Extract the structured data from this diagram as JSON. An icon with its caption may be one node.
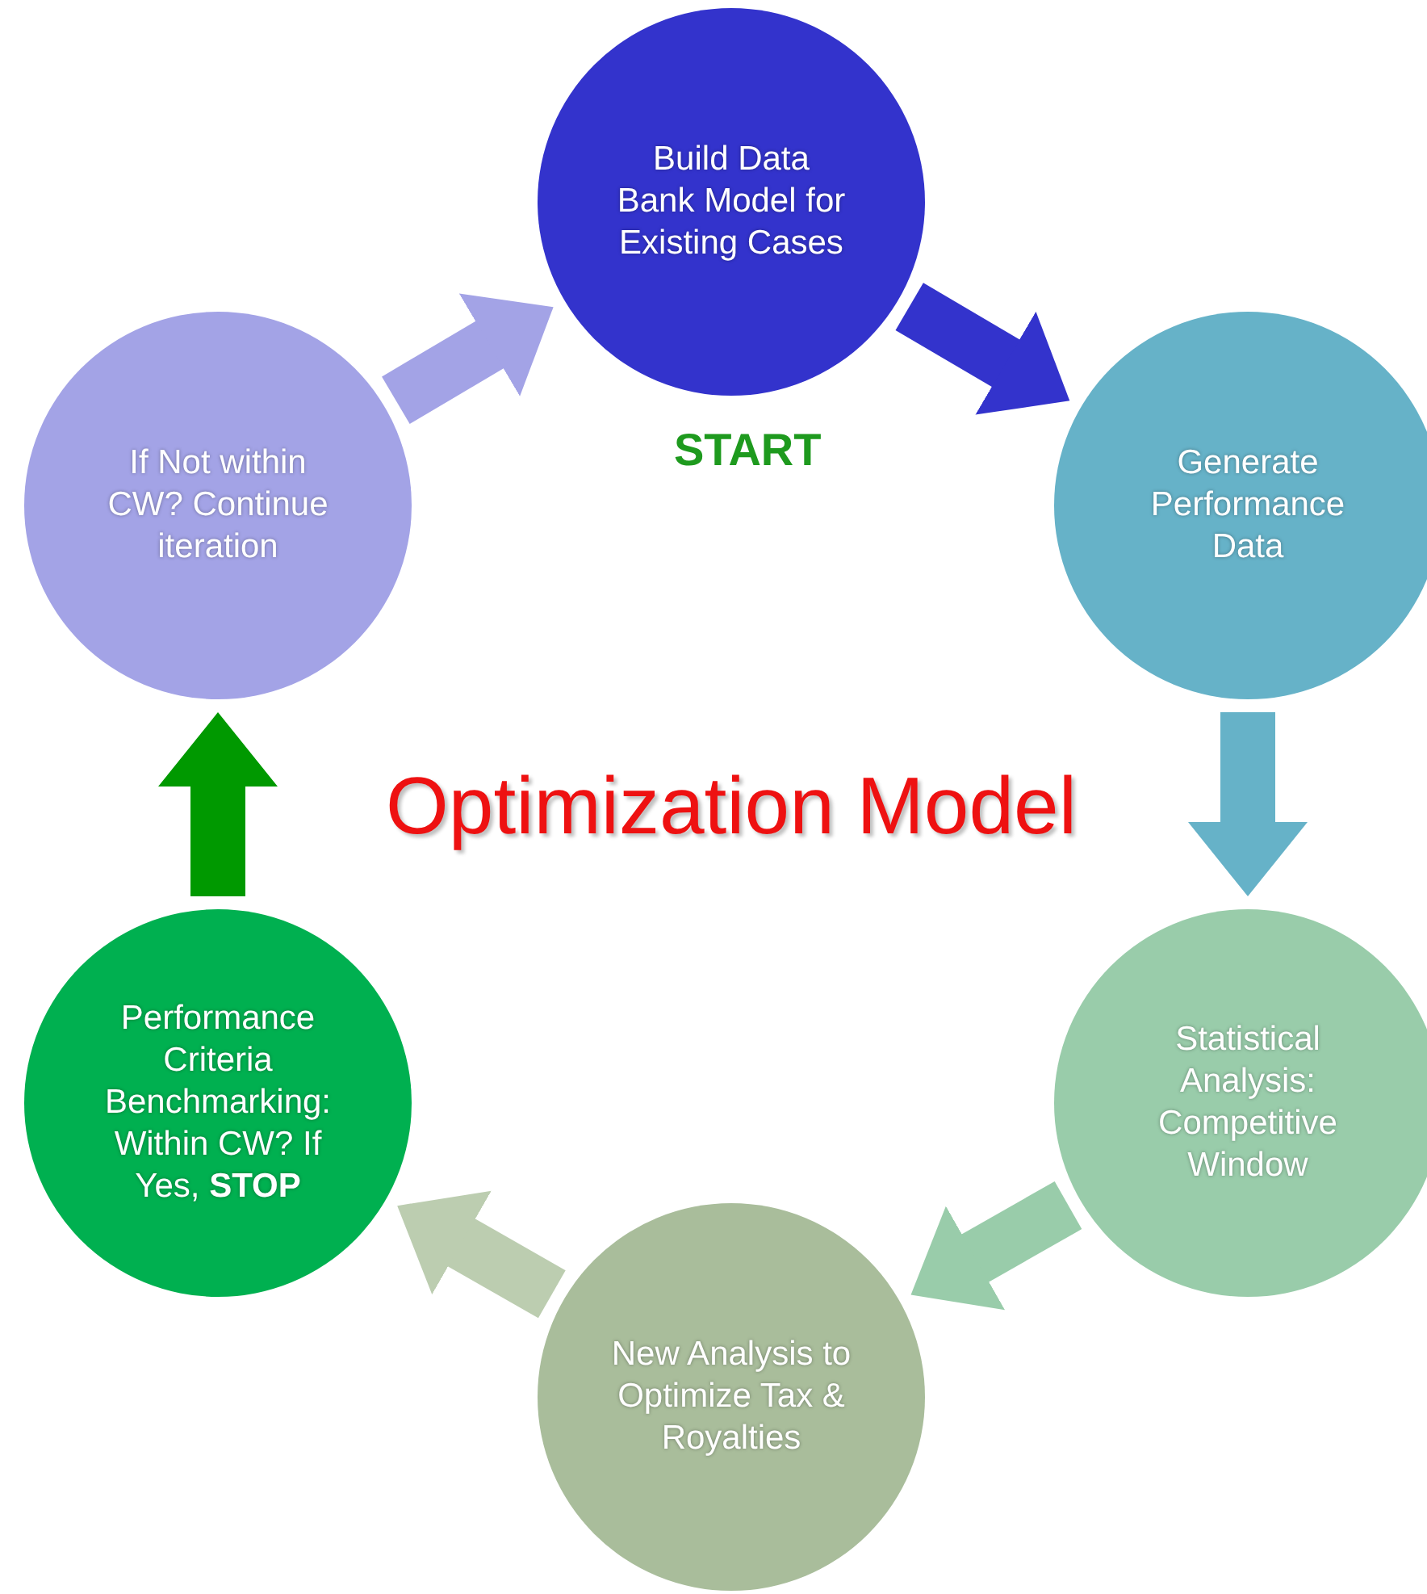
{
  "diagram": {
    "title": "Optimization Model",
    "nodes": [
      {
        "text": [
          "Build Data Bank Model for Existing Cases"
        ],
        "beside": [
          "START"
        ]
      },
      {
        "text": [
          "Generate Performance Data"
        ]
      },
      {
        "text": [
          "Statistical Analysis: Competitive Window"
        ]
      },
      {
        "text": [
          "New Analysis to Optimize Tax & Royalties"
        ]
      },
      {
        "text": [
          "Performance Criteria Benchmarking: Within CW? If Yes, **STOP**"
        ]
      },
      {
        "text": [
          "If Not within CW? Continue iteration"
        ]
      }
    ],
    "edges": [
      {
        "from": 0,
        "to": 1,
        "arrow": "to",
        "color": "#3333cc"
      },
      {
        "from": 1,
        "to": 2,
        "arrow": "to",
        "color": "#66b2c8"
      },
      {
        "from": 2,
        "to": 3,
        "arrow": "to",
        "color": "#99ccaa"
      },
      {
        "from": 3,
        "to": 4,
        "arrow": "to",
        "color": "#bccdb0"
      },
      {
        "from": 4,
        "to": 5,
        "arrow": "to",
        "color": "#009900"
      },
      {
        "from": 5,
        "to": 0,
        "arrow": "to",
        "color": "#a3a3e6"
      }
    ]
  }
}
